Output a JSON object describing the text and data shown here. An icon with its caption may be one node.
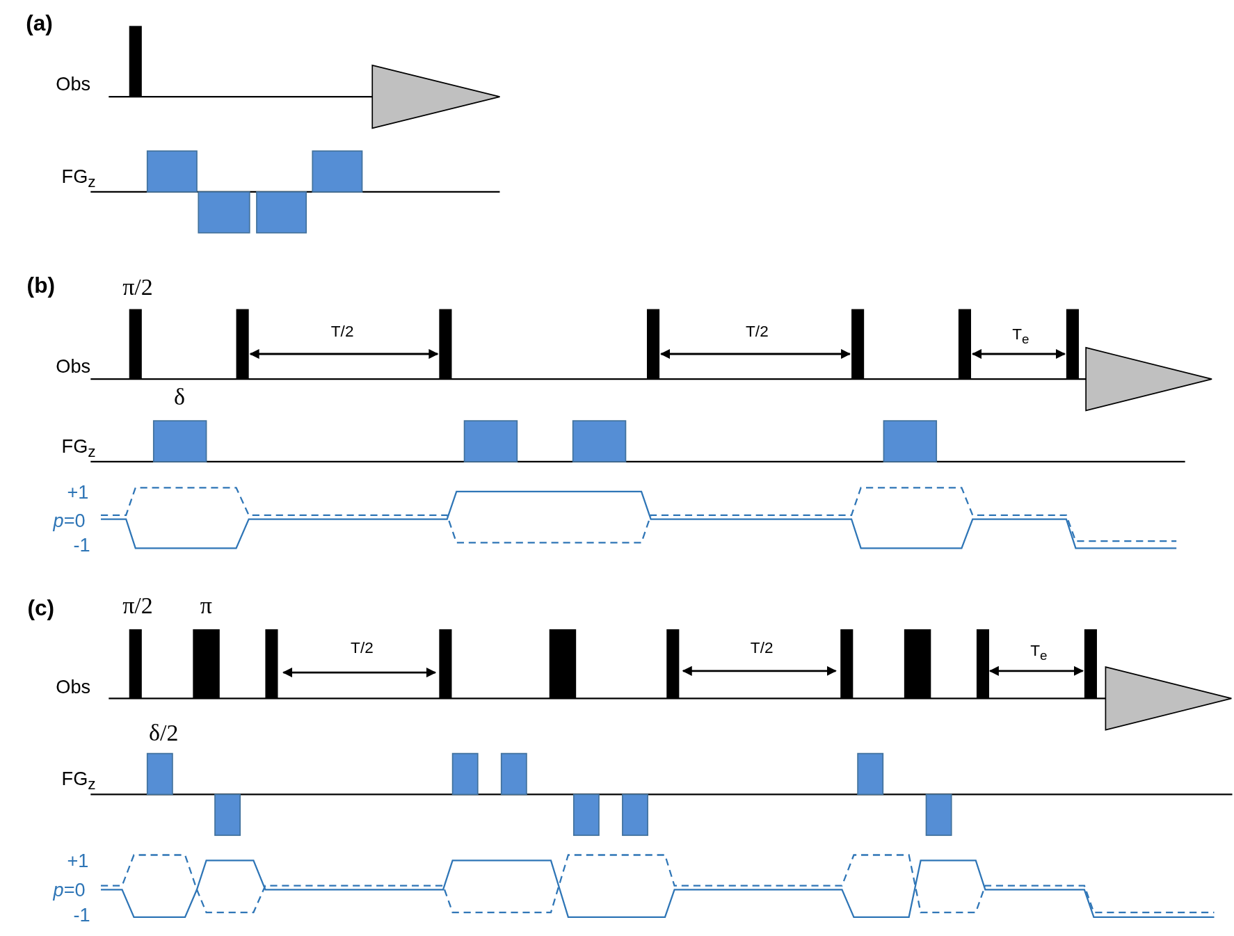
{
  "diagram": {
    "labels": [
      "(a)",
      "Obs",
      "FG$_{z}$",
      "(b)",
      "π/2",
      "T/2",
      "T/2",
      "T$_{e}$",
      "Obs",
      "δ",
      "FG$_{z}$",
      "+1",
      "*p*=0",
      "-1",
      "(c)",
      "π/2",
      "π",
      "T/2",
      "T/2",
      "T$_{e}$",
      "Obs",
      "δ/2",
      "FG$_{z}$",
      "+1",
      "*p*=0",
      "-1"
    ]
  }
}
